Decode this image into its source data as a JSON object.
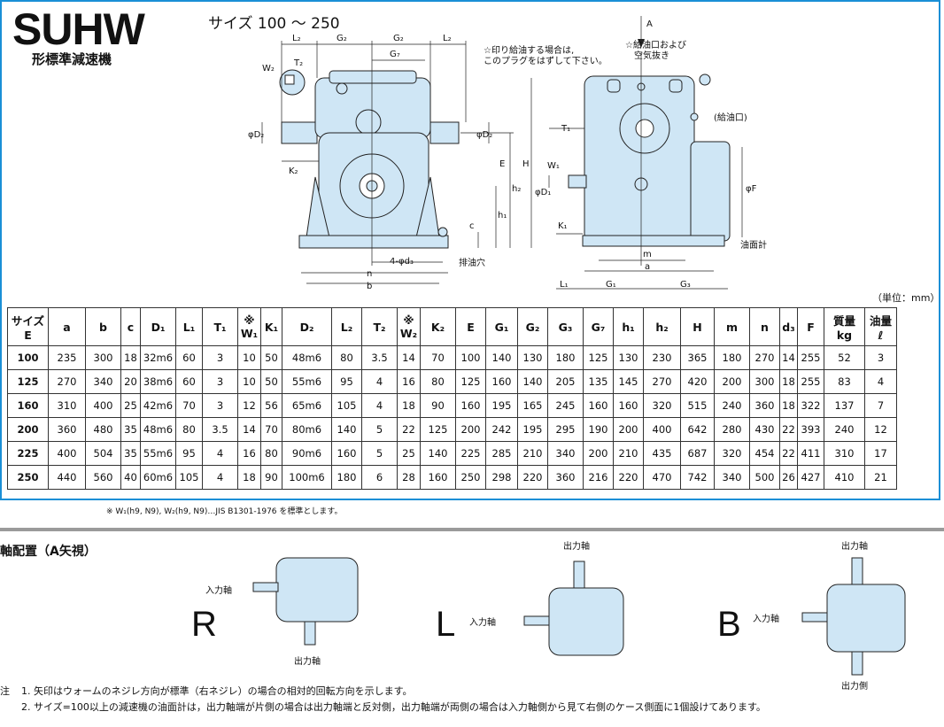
{
  "header": {
    "title": "SUHW",
    "subtitle": "形標準減速機",
    "size_range": "サイズ 100 ～ 250"
  },
  "drawing": {
    "labels": {
      "L2a": "L₂",
      "G2a": "G₂",
      "G2b": "G₂",
      "L2b": "L₂",
      "G7": "G₇",
      "W2": "W₂",
      "T2": "T₂",
      "phiD2a": "φD₂",
      "phiD2b": "φD₂",
      "K2": "K₂",
      "E": "E",
      "H": "H",
      "h2": "h₂",
      "h1": "h₁",
      "c": "c",
      "d3": "4-φd₃",
      "drain": "排油穴",
      "n": "n",
      "b": "b",
      "plug_note_1": "☆印り給油する場合は,",
      "plug_note_2": "このプラグをはずして下さい。",
      "A": "A",
      "vent_1": "☆給油口および",
      "vent_2": "空気抜き",
      "fill": "(給油口)",
      "T1": "T₁",
      "W1": "W₁",
      "phiD1": "φD₁",
      "phiF": "φF",
      "K1": "K₁",
      "gauge": "油面計",
      "m": "m",
      "a": "a",
      "L1": "L₁",
      "G1": "G₁",
      "G3": "G₃"
    }
  },
  "unit_label": "（単位：mm）",
  "table": {
    "headers": [
      "サイズ E",
      "a",
      "b",
      "c",
      "D₁",
      "L₁",
      "T₁",
      "※ W₁",
      "K₁",
      "D₂",
      "L₂",
      "T₂",
      "※ W₂",
      "K₂",
      "E",
      "G₁",
      "G₂",
      "G₃",
      "G₇",
      "h₁",
      "h₂",
      "H",
      "m",
      "n",
      "d₃",
      "F",
      "質量 kg",
      "油量 ℓ"
    ],
    "rows": [
      [
        "100",
        "235",
        "300",
        "18",
        "32m6",
        "60",
        "3",
        "10",
        "50",
        "48m6",
        "80",
        "3.5",
        "14",
        "70",
        "100",
        "140",
        "130",
        "180",
        "125",
        "130",
        "230",
        "365",
        "180",
        "270",
        "14",
        "255",
        "52",
        "3"
      ],
      [
        "125",
        "270",
        "340",
        "20",
        "38m6",
        "60",
        "3",
        "10",
        "50",
        "55m6",
        "95",
        "4",
        "16",
        "80",
        "125",
        "160",
        "140",
        "205",
        "135",
        "145",
        "270",
        "420",
        "200",
        "300",
        "18",
        "255",
        "83",
        "4"
      ],
      [
        "160",
        "310",
        "400",
        "25",
        "42m6",
        "70",
        "3",
        "12",
        "56",
        "65m6",
        "105",
        "4",
        "18",
        "90",
        "160",
        "195",
        "165",
        "245",
        "160",
        "160",
        "320",
        "515",
        "240",
        "360",
        "18",
        "322",
        "137",
        "7"
      ],
      [
        "200",
        "360",
        "480",
        "35",
        "48m6",
        "80",
        "3.5",
        "14",
        "70",
        "80m6",
        "140",
        "5",
        "22",
        "125",
        "200",
        "242",
        "195",
        "295",
        "190",
        "200",
        "400",
        "642",
        "280",
        "430",
        "22",
        "393",
        "240",
        "12"
      ],
      [
        "225",
        "400",
        "504",
        "35",
        "55m6",
        "95",
        "4",
        "16",
        "80",
        "90m6",
        "160",
        "5",
        "25",
        "140",
        "225",
        "285",
        "210",
        "340",
        "200",
        "210",
        "435",
        "687",
        "320",
        "454",
        "22",
        "411",
        "310",
        "17"
      ],
      [
        "250",
        "440",
        "560",
        "40",
        "60m6",
        "105",
        "4",
        "18",
        "90",
        "100m6",
        "180",
        "6",
        "28",
        "160",
        "250",
        "298",
        "220",
        "360",
        "216",
        "220",
        "470",
        "742",
        "340",
        "500",
        "26",
        "427",
        "410",
        "21"
      ]
    ]
  },
  "footnote": "※ W₁(h9, N9), W₂(h9, N9)…JIS B1301-1976 を標準とします。",
  "arrangement": {
    "title": "軸配置（A矢視）",
    "items": [
      {
        "letter": "R",
        "input": "入力軸",
        "output": "出力軸"
      },
      {
        "letter": "L",
        "input": "入力軸",
        "output": "出力軸"
      },
      {
        "letter": "B",
        "input": "入力軸",
        "output_top": "出力軸",
        "output_bottom": "出力側"
      }
    ]
  },
  "notes": {
    "prefix": "注",
    "n1": "1. 矢印はウォームのネジレ方向が標準（右ネジレ）の場合の相対的回転方向を示します。",
    "n2": "2. サイズ=100以上の減速機の油面計は，出力軸端が片側の場合は出力軸端と反対側，出力軸端が両側の場合は入力軸側から見て右側のケース側面に1個設けてあります。"
  },
  "colors": {
    "frame": "#1a8fd6",
    "body_fill": "#cfe6f5",
    "separator": "#9a9a9a"
  }
}
